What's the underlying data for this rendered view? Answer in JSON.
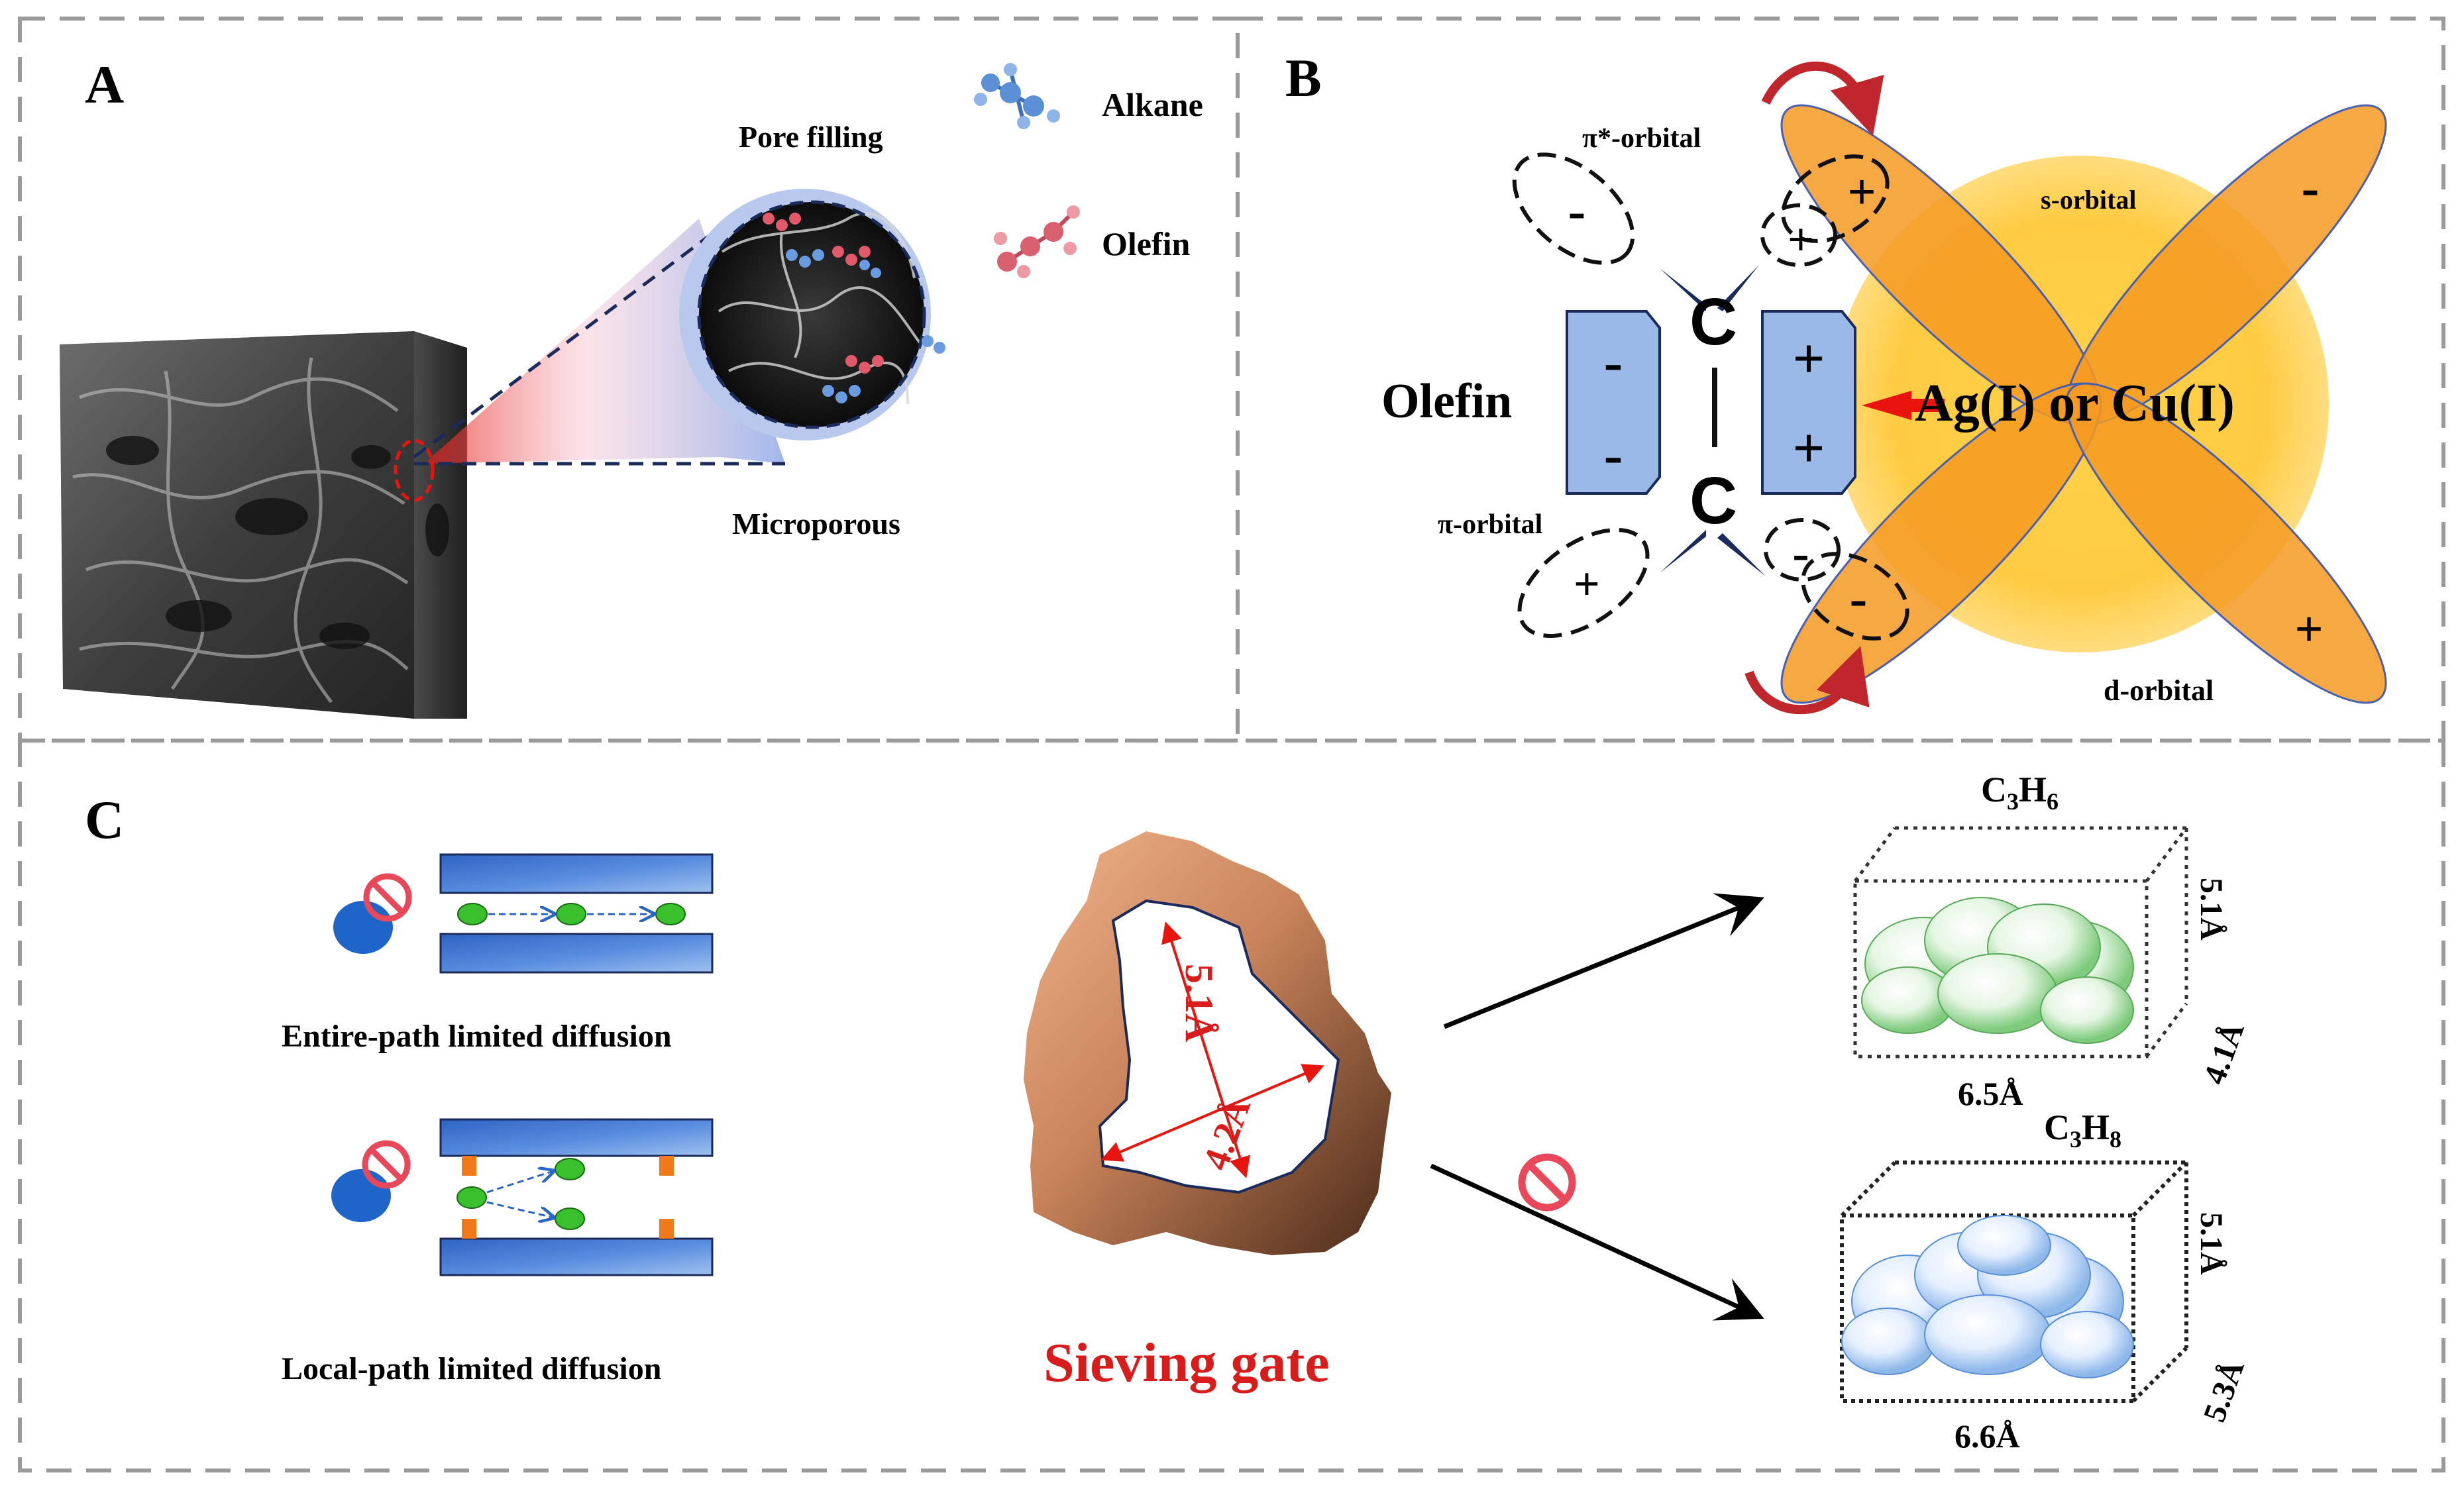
{
  "panel_a": {
    "label": "A",
    "pore_filling": "Pore filling",
    "microporous": "Microporous",
    "legend": {
      "alkane": "Alkane",
      "olefin": "Olefin"
    }
  },
  "panel_b": {
    "label": "B",
    "pi_star_orbital": "π*-orbital",
    "pi_orbital": "π-orbital",
    "s_orbital": "s-orbital",
    "d_orbital": "d-orbital",
    "olefin": "Olefin",
    "metal": "Ag(I) or Cu(I)",
    "carbon": "C",
    "plus": "+",
    "minus": "-"
  },
  "panel_c": {
    "label": "C",
    "entire_path": "Entire-path limited diffusion",
    "local_path": "Local-path limited diffusion",
    "sieving_gate": "Sieving gate",
    "gate_dim_long": "5.1Å",
    "gate_dim_short": "4.2Å",
    "propylene": {
      "formula_main": "C",
      "sub1": "3",
      "mid": "H",
      "sub2": "6",
      "dim_height": "5.1Å",
      "dim_depth": "4.1Å",
      "dim_width": "6.5Å"
    },
    "propane": {
      "formula_main": "C",
      "sub1": "3",
      "mid": "H",
      "sub2": "8",
      "dim_height": "5.1Å",
      "dim_depth": "5.3Å",
      "dim_width": "6.6Å"
    }
  },
  "colors": {
    "panel_border": "#9a9a9a",
    "orbital_orange": "#f59a22",
    "metal_glow": "#ffc83d",
    "box_blue": "#9ab9e6",
    "arrow_red": "#e8150f",
    "sieving_red": "#d81b1b",
    "alkane_blue": "#5b8fd6",
    "olefin_pink": "#d9606e",
    "propylene_green": "#7ccc7c",
    "propane_blue": "#9cc2ec"
  }
}
